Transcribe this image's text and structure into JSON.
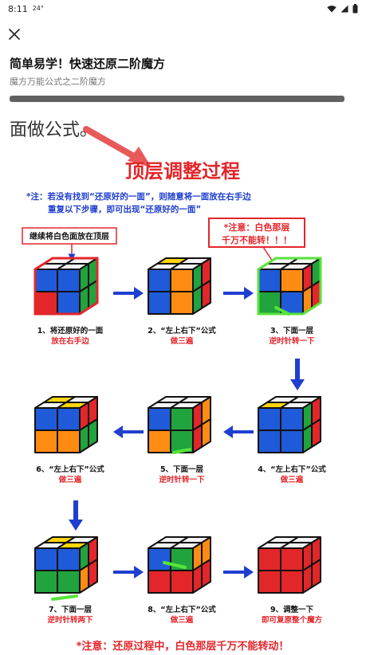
{
  "status": {
    "time": "8:11",
    "temp": "24°"
  },
  "top_bar": {
    "close_icon": "close-icon"
  },
  "header": {
    "title": "简单易学！快速还原二阶魔方",
    "subtitle": "魔方万能公式之二阶魔方"
  },
  "article": {
    "prev_text": "面做公式。",
    "heading": "顶层调整过程",
    "note1": "*注：若没有找到“还原好的一面”，则随意将一面放在右手边",
    "note2": "重复以下步骤，即可出现“还原好的一面”",
    "callout_left": "继续将白色面放在顶层",
    "callout_right_1": "*注意：白色那层",
    "callout_right_2": "千万不能转！！！",
    "steps": [
      {
        "label": "1、将还原好的一面",
        "sub": "放在右手边"
      },
      {
        "label": "2、“左上右下”公式",
        "sub": "做三遍"
      },
      {
        "label": "3、下面一层",
        "sub": "逆时针转一下"
      },
      {
        "label": "4、“左上右下”公式",
        "sub": "做三遍"
      },
      {
        "label": "5、下面一层",
        "sub": "逆时针转一下"
      },
      {
        "label": "6、“左上右下”公式",
        "sub": "做三遍"
      },
      {
        "label": "7、下面一层",
        "sub": "逆时针转两下"
      },
      {
        "label": "8、“左上右下”公式",
        "sub": "做三遍"
      },
      {
        "label": "9、调整一下",
        "sub": "即可复原整个魔方"
      }
    ],
    "footer_note": "*注意：还原过程中，白色那层千万不能转动！"
  },
  "colors": {
    "red": "#e3262a",
    "blue": "#1f5bd8",
    "green": "#21a33d",
    "orange": "#ff8c12",
    "yellow": "#ffd60a",
    "white": "#f4f4f4"
  }
}
